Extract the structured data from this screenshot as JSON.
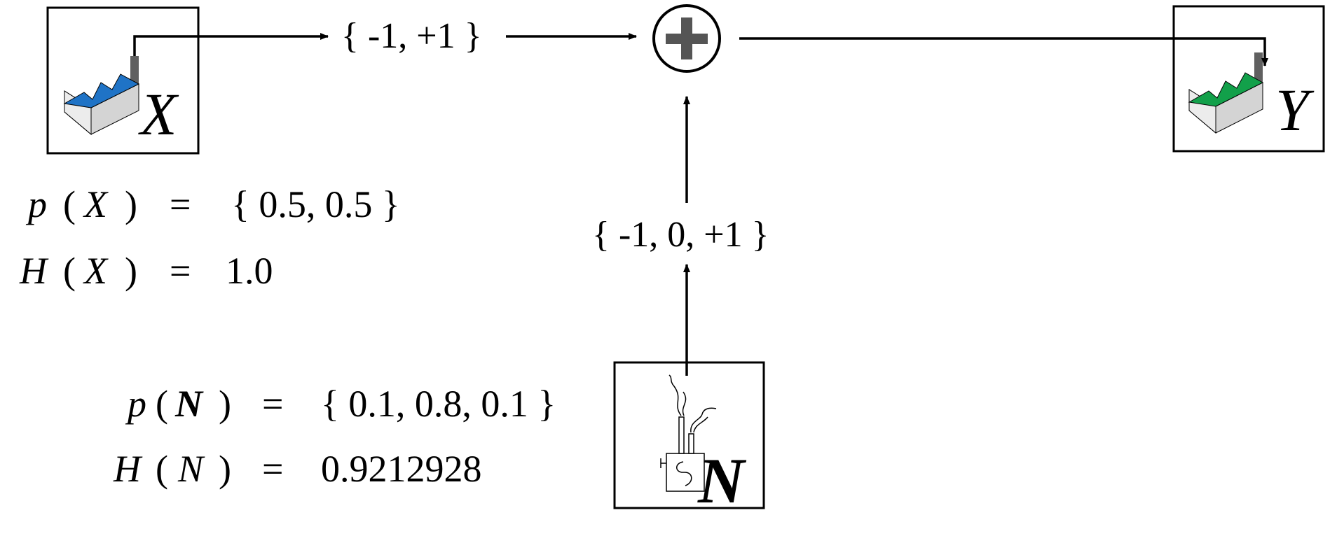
{
  "nodes": {
    "source": {
      "label": "X"
    },
    "destination": {
      "label": "Y"
    },
    "noise": {
      "label": "N"
    }
  },
  "edges": {
    "source_alphabet": "{ -1, +1 }",
    "noise_alphabet": "{ -1, 0, +1 }"
  },
  "equations": {
    "px": {
      "fn": "p",
      "arg": "X",
      "rhs": "{ 0.5, 0.5 }"
    },
    "hx": {
      "fn": "H",
      "arg": "X",
      "rhs": "1.0"
    },
    "pn": {
      "fn": "p",
      "arg": "N",
      "rhs": "{ 0.1, 0.8, 0.1 }"
    },
    "hn": {
      "fn": "H",
      "arg": "N",
      "rhs": "0.9212928"
    }
  },
  "colors": {
    "source_roof": "#1f73c6",
    "destination_roof": "#12a04a",
    "factory_side": "#d4d4d4",
    "chimney": "#606060",
    "adder": "#555555"
  },
  "icons": {
    "source": "factory-icon",
    "destination": "factory-icon",
    "noise": "noise-generator-icon",
    "adder": "plus-icon"
  }
}
